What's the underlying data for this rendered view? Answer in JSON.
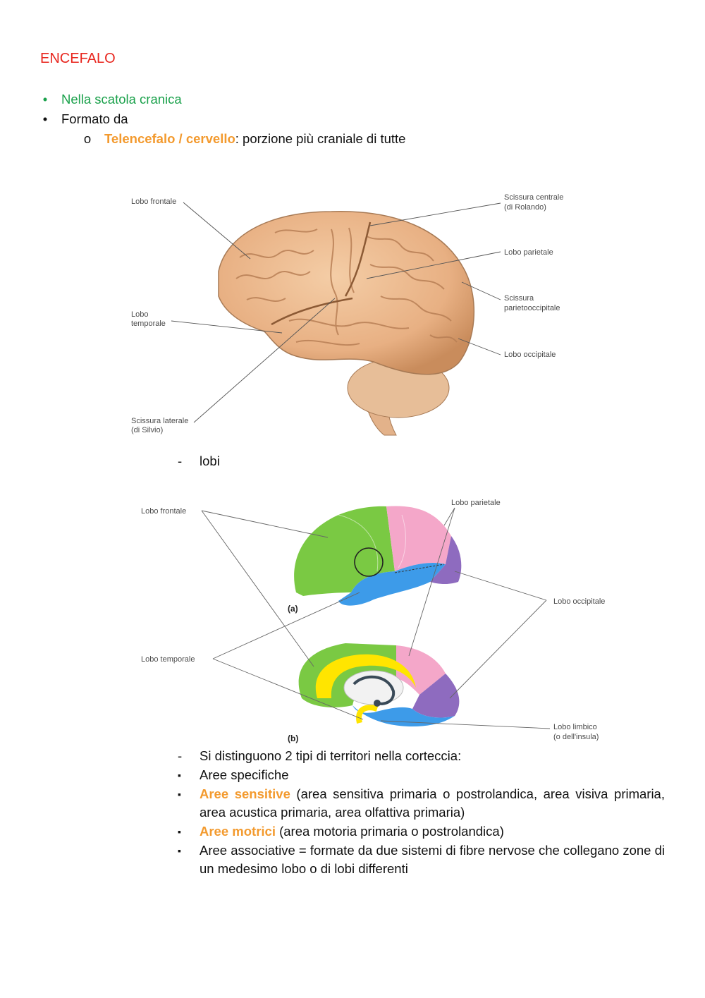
{
  "heading": "ENCEFALO",
  "bullets": {
    "b1": "Nella scatola cranica",
    "b2": "Formato da",
    "sub1_bold": "Telencefalo / cervello",
    "sub1_rest": ": porzione più craniale di tutte",
    "sub_marker": "o",
    "bullet_glyph": "•"
  },
  "figure1": {
    "labels": {
      "frontale": "Lobo frontale",
      "temporale_1": "Lobo",
      "temporale_2": "temporale",
      "laterale_1": "Scissura laterale",
      "laterale_2": "(di Silvio)",
      "centrale_1": "Scissura centrale",
      "centrale_2": "(di Rolando)",
      "parietale": "Lobo parietale",
      "parieto_1": "Scissura",
      "parieto_2": "parietooccipitale",
      "occipitale": "Lobo occipitale"
    }
  },
  "lobi_item": {
    "marker": "-",
    "text": "lobi"
  },
  "figure2": {
    "labels": {
      "frontale": "Lobo frontale",
      "parietale": "Lobo parietale",
      "occipitale": "Lobo occipitale",
      "temporale": "Lobo temporale",
      "limbico_1": "Lobo limbico",
      "limbico_2": "(o dell'insula)",
      "a": "(a)",
      "b": "(b)"
    },
    "colors": {
      "frontal": "#7ac943",
      "parietal": "#f4a7c9",
      "occipital": "#8e6bbf",
      "temporal": "#3d9be9",
      "limbic": "#ffe500"
    }
  },
  "list2": {
    "dash_marker": "-",
    "square_marker": "▪",
    "intro": "Si distinguono 2 tipi di territori nella corteccia:",
    "i1": "Aree specifiche",
    "i2_bold": "Aree sensitive",
    "i2_rest": " (area sensitiva primaria o postrolandica, area visiva primaria, area acustica primaria, area olfattiva primaria)",
    "i3_bold": "Aree motrici",
    "i3_rest": " (area motoria primaria o postrolandica)",
    "i4": "Aree associative = formate da due sistemi di fibre nervose che collegano zone di un medesimo lobo o di lobi differenti"
  }
}
